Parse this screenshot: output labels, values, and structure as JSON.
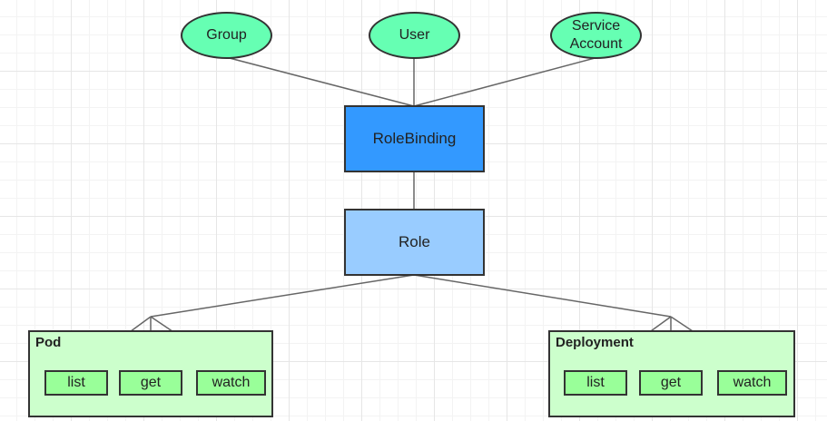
{
  "subjects": {
    "group": "Group",
    "user": "User",
    "service_account": "Service\nAccount"
  },
  "binding": {
    "label": "RoleBinding"
  },
  "role": {
    "label": "Role"
  },
  "resources": [
    {
      "title": "Pod",
      "verbs": [
        "list",
        "get",
        "watch"
      ]
    },
    {
      "title": "Deployment",
      "verbs": [
        "list",
        "get",
        "watch"
      ]
    }
  ],
  "colors": {
    "subject_fill": "#66ffb3",
    "binding_fill": "#3399ff",
    "role_fill": "#99ccff",
    "resource_fill": "#ccffcc",
    "verb_fill": "#99ff99"
  }
}
